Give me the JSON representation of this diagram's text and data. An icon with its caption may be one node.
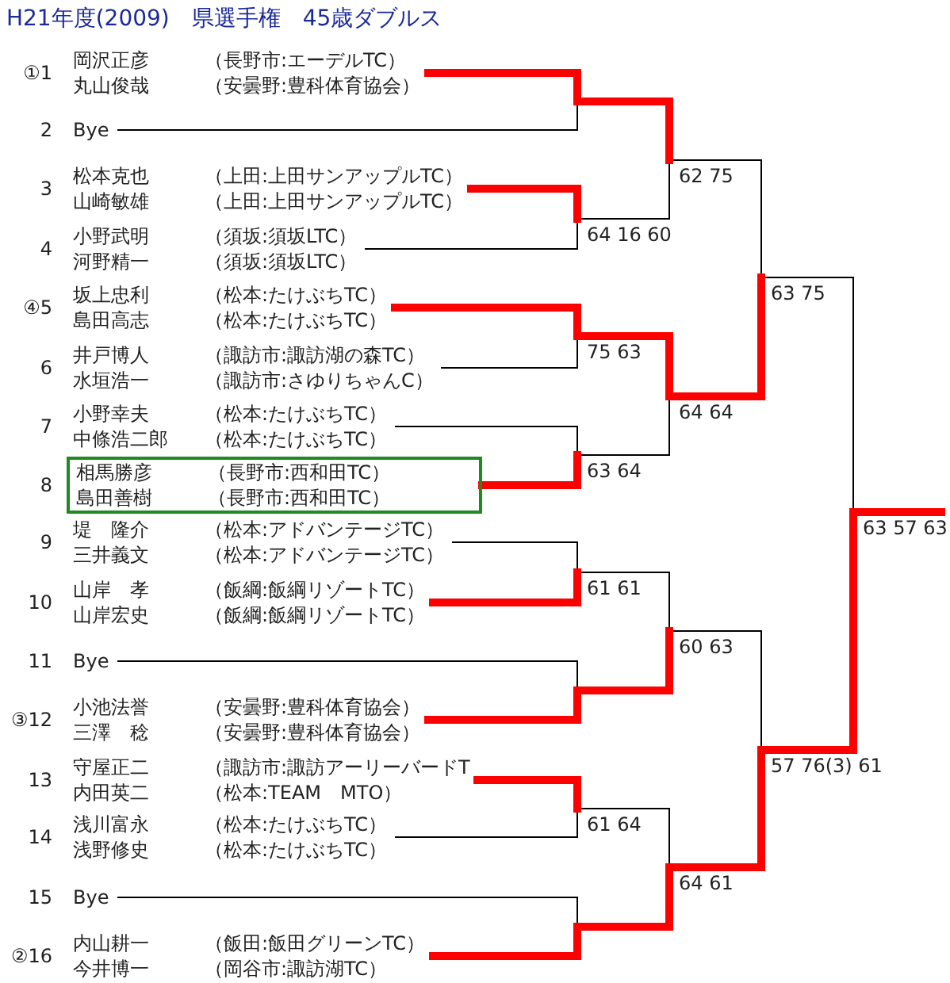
{
  "diagram": {
    "title": "H21年度(2009)　県選手権　45歳ダブルス",
    "nodes": [
      {
        "text": [
          "岡沢正彦",
          "（長野市:エーデルTC）",
          "丸山俊哉",
          "（安曇野:豊科体育協会）"
        ],
        "beside": [
          "①1"
        ]
      },
      {
        "text": [
          "Bye"
        ],
        "beside": [
          "2"
        ]
      },
      {
        "text": [
          "松本克也",
          "（上田:上田サンアップルTC）",
          "山崎敏雄",
          "（上田:上田サンアップルTC）"
        ],
        "beside": [
          "3"
        ]
      },
      {
        "text": [
          "小野武明",
          "（須坂:須坂LTC）",
          "河野精一",
          "（須坂:須坂LTC）"
        ],
        "beside": [
          "4"
        ]
      },
      {
        "text": [
          "坂上忠利",
          "（松本:たけぶちTC）",
          "島田高志",
          "（松本:たけぶちTC）"
        ],
        "beside": [
          "④5"
        ]
      },
      {
        "text": [
          "井戸博人",
          "（諏訪市:諏訪湖の森TC）",
          "水垣浩一",
          "（諏訪市:さゆりちゃんC）"
        ],
        "beside": [
          "6"
        ]
      },
      {
        "text": [
          "小野幸夫",
          "（松本:たけぶちTC）",
          "中條浩二郎",
          "（松本:たけぶちTC）"
        ],
        "beside": [
          "7"
        ]
      },
      {
        "text": [
          "相馬勝彦",
          "（長野市:西和田TC）",
          "島田善樹",
          "（長野市:西和田TC）"
        ],
        "beside": [
          "8"
        ]
      },
      {
        "text": [
          "堤　隆介",
          "（松本:アドバンテージTC）",
          "三井義文",
          "（松本:アドバンテージTC）"
        ],
        "beside": [
          "9"
        ]
      },
      {
        "text": [
          "山岸　孝",
          "（飯綱:飯綱リゾートTC）",
          "山岸宏史",
          "（飯綱:飯綱リゾートTC）"
        ],
        "beside": [
          "10"
        ]
      },
      {
        "text": [
          "Bye"
        ],
        "beside": [
          "11"
        ]
      },
      {
        "text": [
          "小池法誉",
          "（安曇野:豊科体育協会）",
          "三澤　稔",
          "（安曇野:豊科体育協会）"
        ],
        "beside": [
          "③12"
        ]
      },
      {
        "text": [
          "守屋正二",
          "（諏訪市:諏訪アーリーバードT",
          "内田英二",
          "（松本:TEAM　MTO）"
        ],
        "beside": [
          "13"
        ]
      },
      {
        "text": [
          "浅川富永",
          "（松本:たけぶちTC）",
          "浅野修史",
          "（松本:たけぶちTC）"
        ],
        "beside": [
          "14"
        ]
      },
      {
        "text": [
          "Bye"
        ],
        "beside": [
          "15"
        ]
      },
      {
        "text": [
          "内山耕一",
          "（飯田:飯田グリーンTC）",
          "今井博一",
          "（岡谷市:諏訪湖TC）"
        ],
        "beside": [
          "②16"
        ]
      },
      {
        "text": [
          "62 75"
        ]
      },
      {
        "text": [
          "64 16 60"
        ]
      },
      {
        "text": [
          "63 75"
        ]
      },
      {
        "text": [
          "75 63"
        ]
      },
      {
        "text": [
          "64 64"
        ]
      },
      {
        "text": [
          "63 64"
        ]
      },
      {
        "text": [
          "63 57 63"
        ]
      },
      {
        "text": [
          "61 61"
        ]
      },
      {
        "text": [
          "60 63"
        ]
      },
      {
        "text": [
          "57 76(3) 61"
        ]
      },
      {
        "text": [
          "61 64"
        ]
      },
      {
        "text": [
          "64 61"
        ]
      }
    ],
    "edges": [
      {
        "from": 0,
        "to": 16,
        "arrow": "none",
        "style": "thick",
        "color": "#ff0000"
      },
      {
        "from": 1,
        "to": 16,
        "arrow": "none"
      },
      {
        "from": 2,
        "to": 17,
        "arrow": "none",
        "style": "thick",
        "color": "#ff0000"
      },
      {
        "from": 3,
        "to": 17,
        "arrow": "none"
      },
      {
        "from": 17,
        "to": 16,
        "arrow": "none"
      },
      {
        "from": 16,
        "to": 18,
        "arrow": "none"
      },
      {
        "from": 4,
        "to": 19,
        "arrow": "none",
        "style": "thick",
        "color": "#ff0000"
      },
      {
        "from": 5,
        "to": 19,
        "arrow": "none"
      },
      {
        "from": 6,
        "to": 21,
        "arrow": "none"
      },
      {
        "from": 7,
        "to": 21,
        "arrow": "none",
        "style": "thick",
        "color": "#ff0000"
      },
      {
        "from": 19,
        "to": 20,
        "arrow": "none",
        "style": "thick",
        "color": "#ff0000"
      },
      {
        "from": 21,
        "to": 20,
        "arrow": "none"
      },
      {
        "from": 20,
        "to": 18,
        "arrow": "none",
        "style": "thick",
        "color": "#ff0000"
      },
      {
        "from": 18,
        "to": 22,
        "arrow": "none"
      },
      {
        "from": 8,
        "to": 23,
        "arrow": "none"
      },
      {
        "from": 9,
        "to": 23,
        "arrow": "none",
        "style": "thick",
        "color": "#ff0000"
      },
      {
        "from": 10,
        "to": 24,
        "arrow": "none"
      },
      {
        "from": 11,
        "to": 24,
        "arrow": "none",
        "style": "thick",
        "color": "#ff0000"
      },
      {
        "from": 23,
        "to": 24,
        "arrow": "none"
      },
      {
        "from": 12,
        "to": 26,
        "arrow": "none",
        "style": "thick",
        "color": "#ff0000"
      },
      {
        "from": 13,
        "to": 26,
        "arrow": "none"
      },
      {
        "from": 14,
        "to": 27,
        "arrow": "none"
      },
      {
        "from": 15,
        "to": 27,
        "arrow": "none",
        "style": "thick",
        "color": "#ff0000"
      },
      {
        "from": 26,
        "to": 27,
        "arrow": "none"
      },
      {
        "from": 24,
        "to": 25,
        "arrow": "none"
      },
      {
        "from": 27,
        "to": 25,
        "arrow": "none",
        "style": "thick",
        "color": "#ff0000"
      },
      {
        "from": 25,
        "to": 22,
        "arrow": "none",
        "style": "thick",
        "color": "#ff0000"
      }
    ]
  }
}
